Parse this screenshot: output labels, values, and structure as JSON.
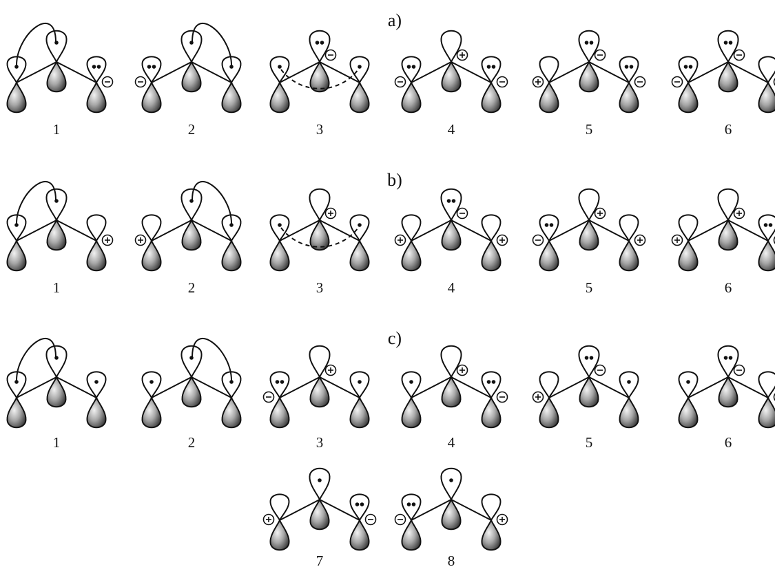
{
  "panels": [
    {
      "label": "a)",
      "structures": [
        {
          "label": "1",
          "left": {
            "e": 1
          },
          "center": {
            "e": 1
          },
          "right": {
            "e": 2,
            "charge": "-"
          },
          "link": "left-center"
        },
        {
          "label": "2",
          "left": {
            "e": 2,
            "charge": "-"
          },
          "center": {
            "e": 1
          },
          "right": {
            "e": 1
          },
          "link": "center-right"
        },
        {
          "label": "3",
          "left": {
            "e": 1
          },
          "center": {
            "e": 2,
            "charge": "-"
          },
          "right": {
            "e": 1
          },
          "link": "left-right-dashed"
        },
        {
          "label": "4",
          "left": {
            "e": 2,
            "charge": "-"
          },
          "center": {
            "e": 0,
            "charge": "+"
          },
          "right": {
            "e": 2,
            "charge": "-"
          },
          "link": "none"
        },
        {
          "label": "5",
          "left": {
            "e": 0,
            "charge": "+"
          },
          "center": {
            "e": 2,
            "charge": "-"
          },
          "right": {
            "e": 2,
            "charge": "-"
          },
          "link": "none"
        },
        {
          "label": "6",
          "left": {
            "e": 2,
            "charge": "-"
          },
          "center": {
            "e": 2,
            "charge": "-"
          },
          "right": {
            "e": 0,
            "charge": "+"
          },
          "link": "none"
        }
      ]
    },
    {
      "label": "b)",
      "structures": [
        {
          "label": "1",
          "left": {
            "e": 1
          },
          "center": {
            "e": 1
          },
          "right": {
            "e": 0,
            "charge": "+"
          },
          "link": "left-center"
        },
        {
          "label": "2",
          "left": {
            "e": 0,
            "charge": "+"
          },
          "center": {
            "e": 1
          },
          "right": {
            "e": 1
          },
          "link": "center-right"
        },
        {
          "label": "3",
          "left": {
            "e": 1
          },
          "center": {
            "e": 0,
            "charge": "+"
          },
          "right": {
            "e": 1
          },
          "link": "left-right-dashed"
        },
        {
          "label": "4",
          "left": {
            "e": 0,
            "charge": "+"
          },
          "center": {
            "e": 2,
            "charge": "-"
          },
          "right": {
            "e": 0,
            "charge": "+"
          },
          "link": "none"
        },
        {
          "label": "5",
          "left": {
            "e": 2,
            "charge": "-"
          },
          "center": {
            "e": 0,
            "charge": "+"
          },
          "right": {
            "e": 0,
            "charge": "+"
          },
          "link": "none"
        },
        {
          "label": "6",
          "left": {
            "e": 0,
            "charge": "+"
          },
          "center": {
            "e": 0,
            "charge": "+"
          },
          "right": {
            "e": 2,
            "charge": "-"
          },
          "link": "none"
        }
      ]
    },
    {
      "label": "c)",
      "structures": [
        {
          "label": "1",
          "left": {
            "e": 1
          },
          "center": {
            "e": 1
          },
          "right": {
            "e": 1
          },
          "link": "left-center"
        },
        {
          "label": "2",
          "left": {
            "e": 1
          },
          "center": {
            "e": 1
          },
          "right": {
            "e": 1
          },
          "link": "center-right"
        },
        {
          "label": "3",
          "left": {
            "e": 2,
            "charge": "-"
          },
          "center": {
            "e": 0,
            "charge": "+"
          },
          "right": {
            "e": 1
          },
          "link": "none"
        },
        {
          "label": "4",
          "left": {
            "e": 1
          },
          "center": {
            "e": 0,
            "charge": "+"
          },
          "right": {
            "e": 2,
            "charge": "-"
          },
          "link": "none"
        },
        {
          "label": "5",
          "left": {
            "e": 0,
            "charge": "+"
          },
          "center": {
            "e": 2,
            "charge": "-"
          },
          "right": {
            "e": 1
          },
          "link": "none"
        },
        {
          "label": "6",
          "left": {
            "e": 1
          },
          "center": {
            "e": 2,
            "charge": "-"
          },
          "right": {
            "e": 0,
            "charge": "+"
          },
          "link": "none"
        },
        {
          "label": "7",
          "left": {
            "e": 0,
            "charge": "+"
          },
          "center": {
            "e": 1
          },
          "right": {
            "e": 2,
            "charge": "-"
          },
          "link": "none"
        },
        {
          "label": "8",
          "left": {
            "e": 2,
            "charge": "-"
          },
          "center": {
            "e": 1
          },
          "right": {
            "e": 0,
            "charge": "+"
          },
          "link": "none"
        }
      ]
    }
  ],
  "colors": {
    "stroke": "#111111",
    "lobe_fill_top": "#ffffff",
    "lobe_shade_light": "#ededed",
    "lobe_shade_dark": "#2a2a2a"
  }
}
